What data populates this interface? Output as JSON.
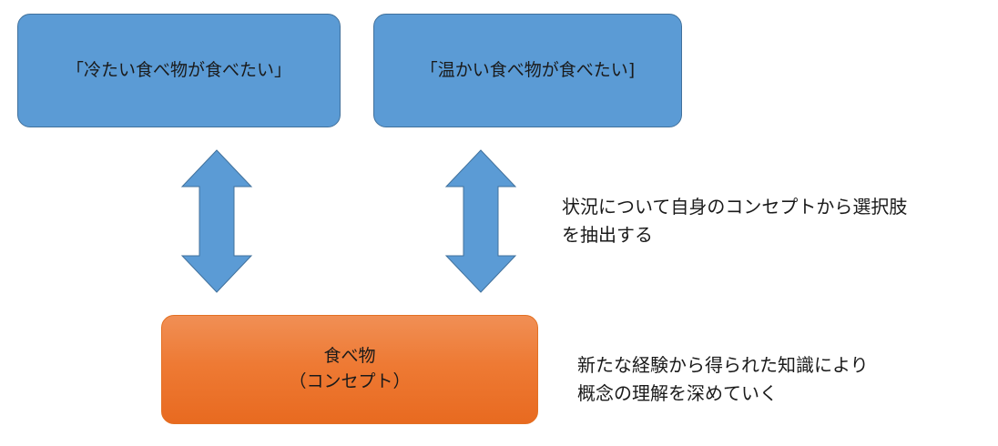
{
  "boxes": {
    "cold_desire": "「冷たい食べ物が食べたい」",
    "warm_desire": "「温かい食べ物が食べたい]",
    "concept_line1": "食べ物",
    "concept_line2": "（コンセプト）"
  },
  "notes": {
    "extract_line1": "状況について自身のコンセプトから選択肢",
    "extract_line2": "を抽出する",
    "deepen_line1": "新たな経験から得られた知識により",
    "deepen_line2": "概念の理解を深めていく"
  },
  "colors": {
    "desire_box_fill": "#5b9bd5",
    "desire_box_border": "#41719c",
    "arrow_fill": "#5b9bd5",
    "concept_box_fill": "#ed7d31",
    "concept_box_border": "#e37022",
    "text": "#1a1a1a"
  },
  "icons": {
    "connector": "double-headed-vertical-arrow"
  }
}
